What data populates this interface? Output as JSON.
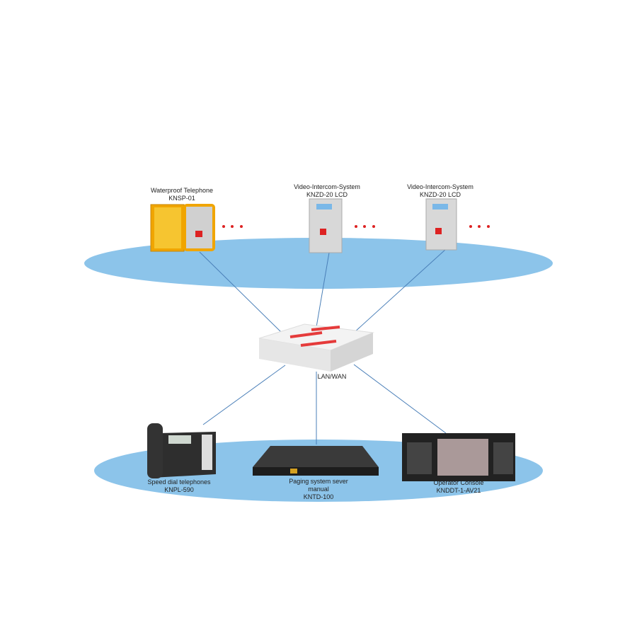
{
  "top_devices": [
    {
      "name": "Waterproof Telephone",
      "model": "KNSP-01"
    },
    {
      "name": "Video-Intercom-System",
      "model": "KNZD-20 LCD"
    },
    {
      "name": "Video-Intercom-System",
      "model": "KNZD-20 LCD"
    }
  ],
  "switch": {
    "label": "LAN/WAN"
  },
  "bottom_devices": [
    {
      "name": "Speed dial telephones",
      "model": "KNPL-590"
    },
    {
      "name": "Paging system sever manual",
      "model": "KNTD-100"
    },
    {
      "name": "Operator Console",
      "model": "KNDDT-1-AV21"
    }
  ],
  "colors": {
    "ellipse": "#8cc4ea",
    "line": "#4a7fb8",
    "accent": "#e53b3b"
  }
}
